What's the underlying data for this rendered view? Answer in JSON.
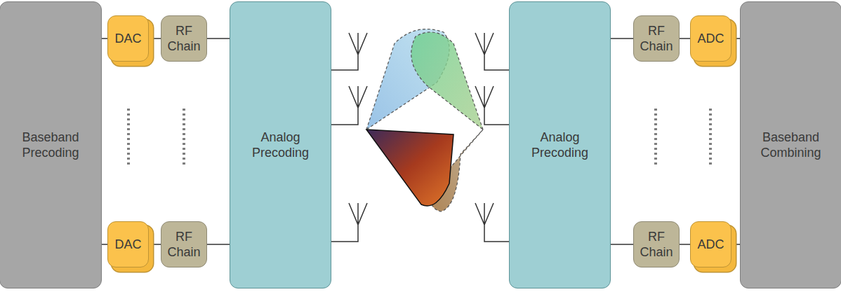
{
  "diagram": {
    "nodes": [
      {
        "text": [
          "Baseband Precoding"
        ]
      },
      {
        "text": [
          "DAC"
        ]
      },
      {
        "text": [
          "DAC"
        ]
      },
      {
        "text": [
          "RF Chain"
        ]
      },
      {
        "text": [
          "RF Chain"
        ]
      },
      {
        "text": [
          "Analog Precoding"
        ]
      },
      {
        "text": [
          "Analog Precoding"
        ]
      },
      {
        "text": [
          "RF Chain"
        ]
      },
      {
        "text": [
          "RF Chain"
        ]
      },
      {
        "text": [
          "ADC"
        ]
      },
      {
        "text": [
          "ADC"
        ]
      },
      {
        "text": [
          "Baseband Combining"
        ]
      }
    ],
    "edges": [
      {
        "from": 0,
        "to": 1,
        "arrow": "none"
      },
      {
        "from": 0,
        "to": 2,
        "arrow": "none"
      },
      {
        "from": 1,
        "to": 3,
        "arrow": "none"
      },
      {
        "from": 2,
        "to": 4,
        "arrow": "none"
      },
      {
        "from": 3,
        "to": 5,
        "arrow": "none"
      },
      {
        "from": 4,
        "to": 5,
        "arrow": "none"
      },
      {
        "from": 6,
        "to": 7,
        "arrow": "none"
      },
      {
        "from": 6,
        "to": 8,
        "arrow": "none"
      },
      {
        "from": 7,
        "to": 9,
        "arrow": "none"
      },
      {
        "from": 8,
        "to": 10,
        "arrow": "none"
      },
      {
        "from": 9,
        "to": 11,
        "arrow": "none"
      },
      {
        "from": 10,
        "to": 11,
        "arrow": "none"
      }
    ]
  }
}
